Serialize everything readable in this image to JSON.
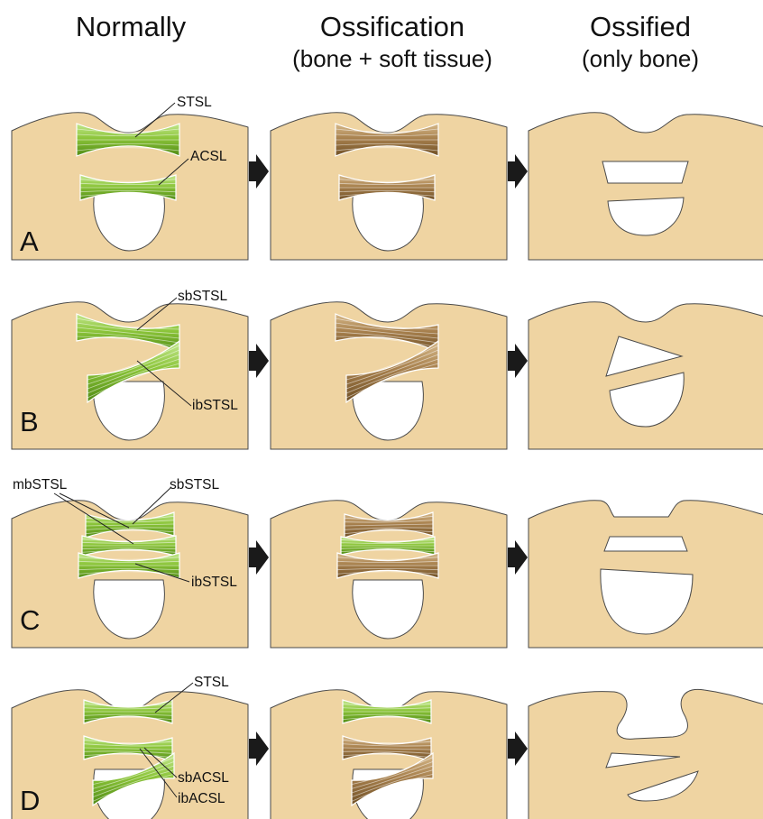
{
  "columns": [
    {
      "title": "Normally",
      "subtitle": ""
    },
    {
      "title": "Ossification",
      "subtitle": "(bone + soft tissue)"
    },
    {
      "title": "Ossified",
      "subtitle": "(only bone)"
    }
  ],
  "rows": [
    {
      "letter": "A",
      "labels": [
        "STSL",
        "ACSL"
      ]
    },
    {
      "letter": "B",
      "labels": [
        "sbSTSL",
        "ibSTSL"
      ]
    },
    {
      "letter": "C",
      "labels": [
        "mbSTSL",
        "sbSTSL",
        "ibSTSL"
      ]
    },
    {
      "letter": "D",
      "labels": [
        "STSL",
        "sbACSL",
        "ibACSL"
      ]
    }
  ],
  "colors": {
    "bone": "#efd4a2",
    "ligament_green": "#8cc53a",
    "ligament_green_dark": "#4f8a14",
    "ligament_brown": "#a8814e",
    "ligament_brown_dark": "#6f4f25",
    "outline": "#4a4a4a",
    "arrow": "#1a1a1a"
  },
  "icons": [
    "right-arrow-icon"
  ]
}
